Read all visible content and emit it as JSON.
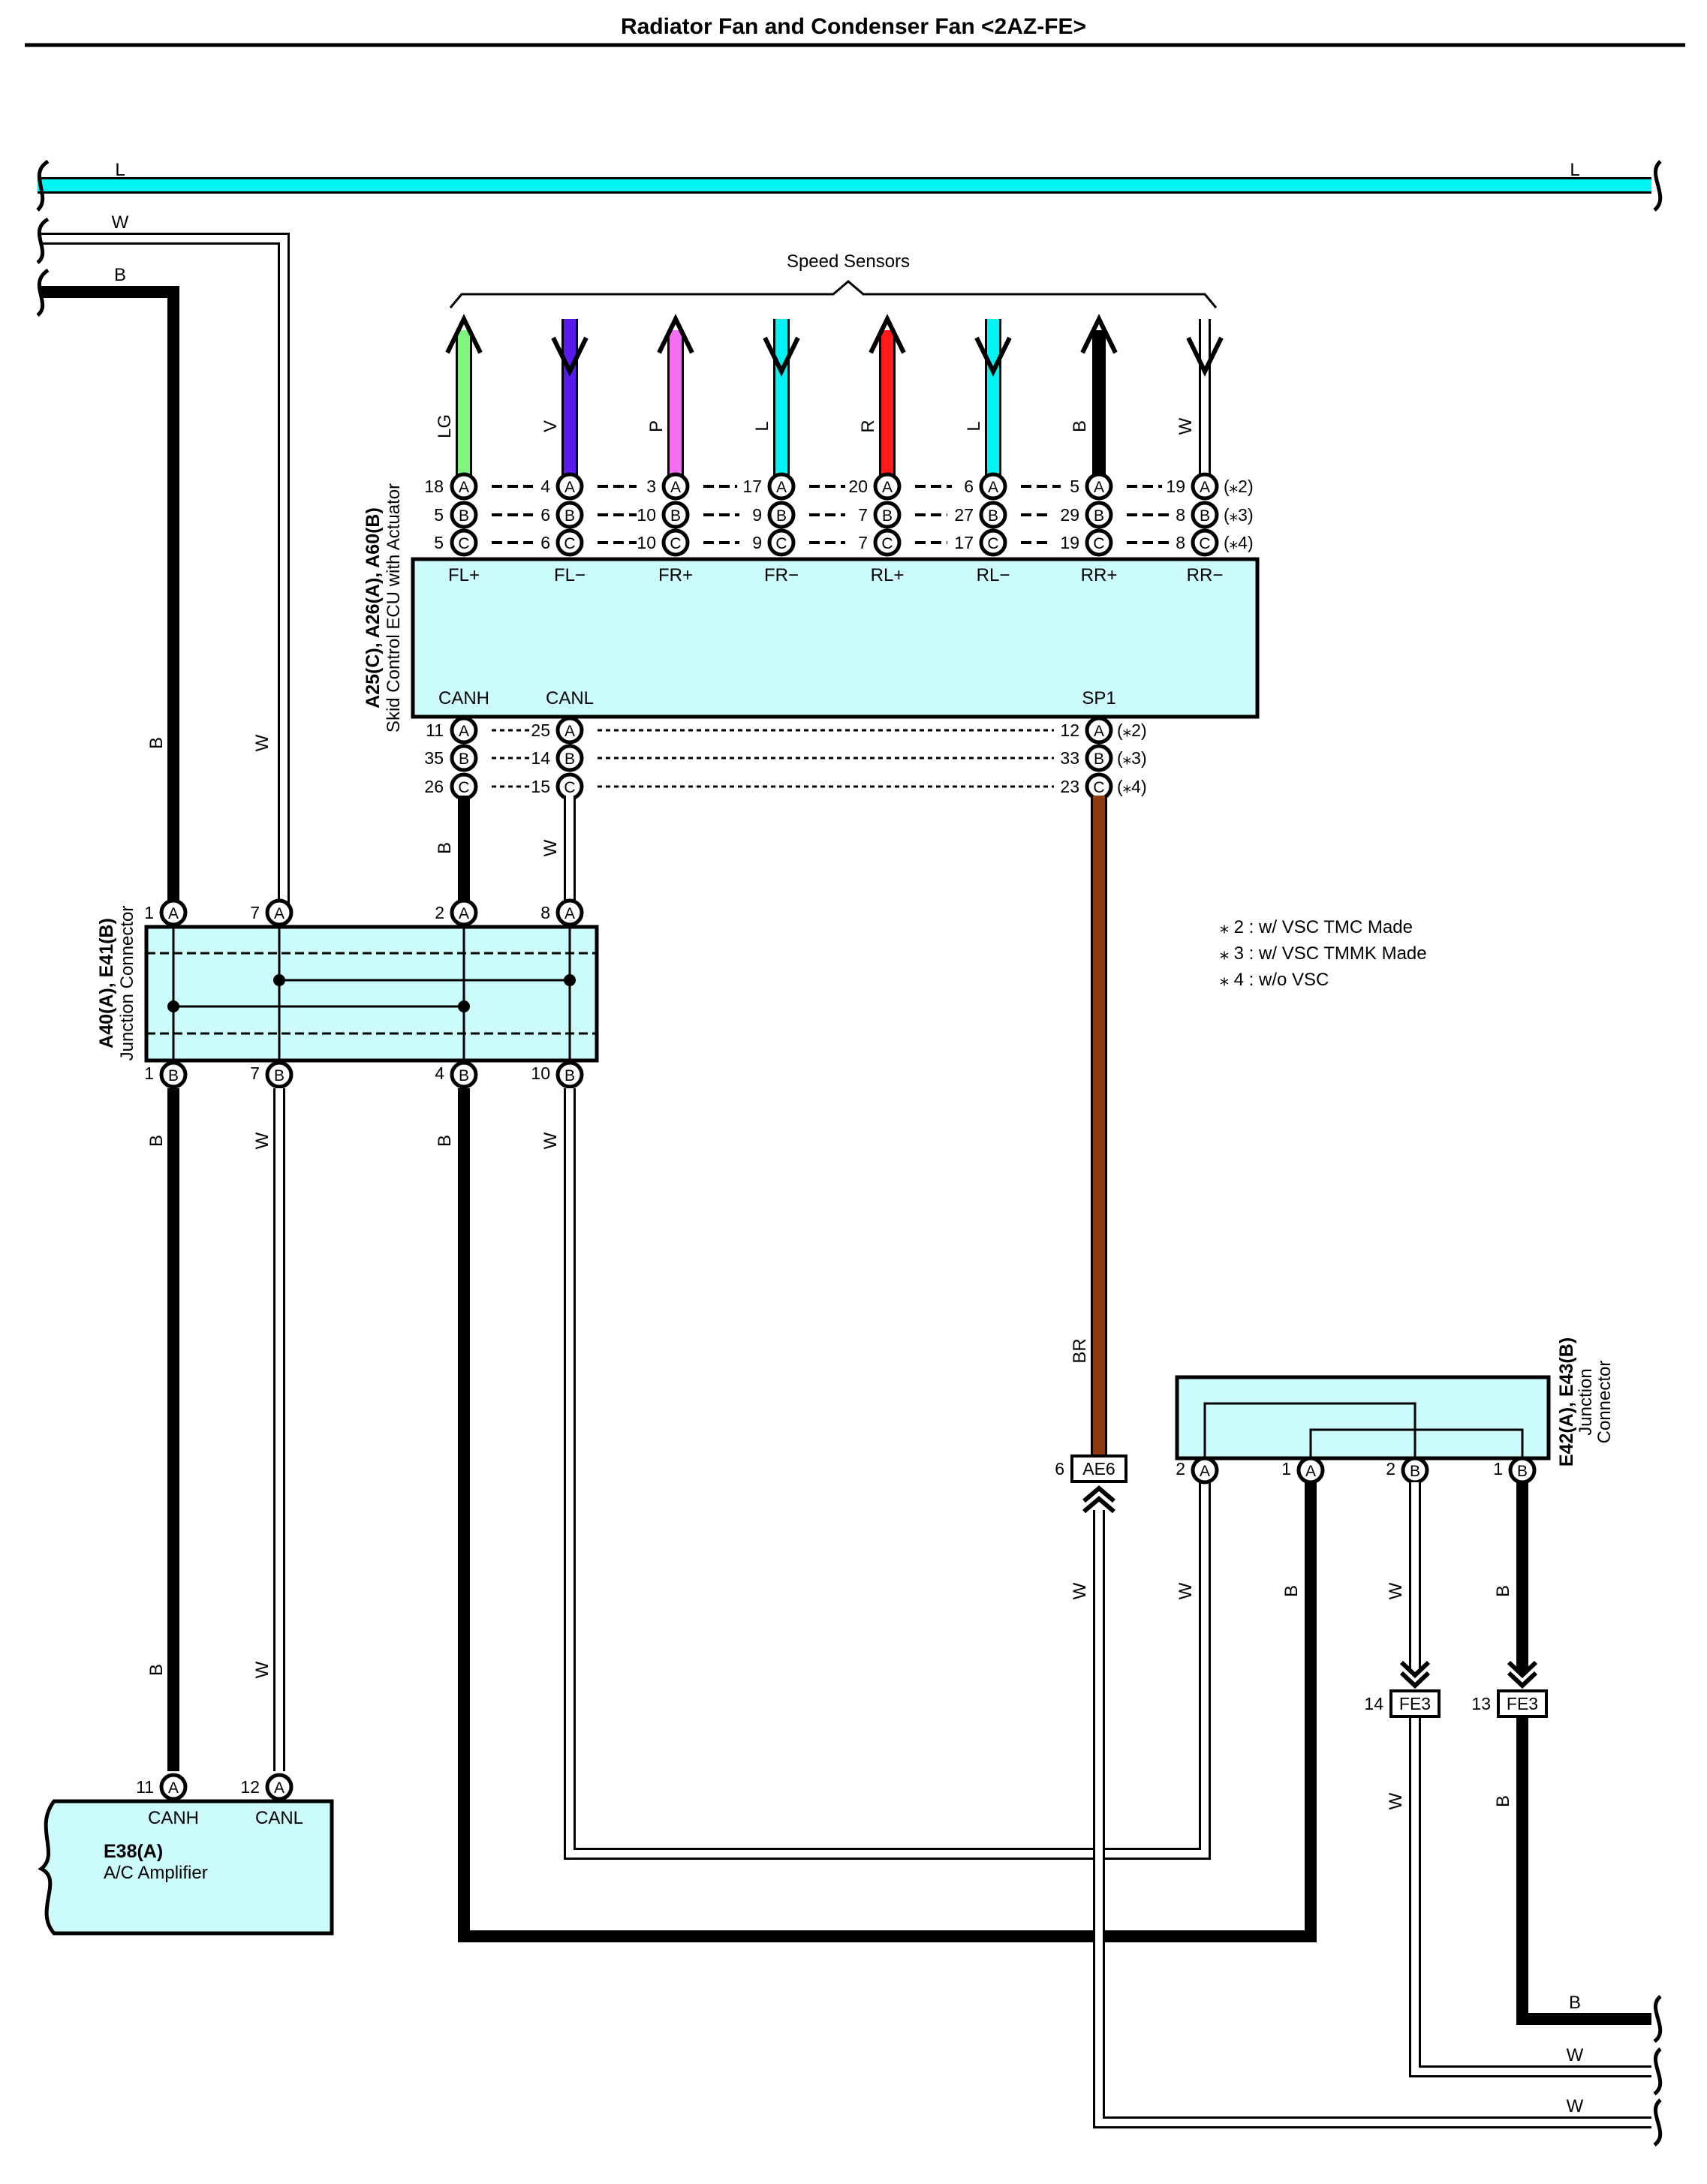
{
  "title": "Radiator Fan and Condenser Fan <2AZ-FE>",
  "colors": {
    "L": "#00f4f4",
    "LG": "#7cf67c",
    "V": "#5a1aee",
    "P": "#f26ef2",
    "R": "#ff1a1a",
    "B": "#000000",
    "BR": "#8e3a12",
    "W": "#ffffff",
    "box_fill": "#ccfbfb"
  },
  "wire_labels": {
    "top_L_left": "L",
    "top_L_right": "L",
    "top_W": "W",
    "top_B": "B",
    "left_B_1": "B",
    "left_W_1": "W",
    "left_B_2": "B",
    "left_W_2": "W",
    "left_B_3": "B",
    "left_W_3": "W",
    "canh_B_1": "B",
    "canl_W_1": "W",
    "canh_B_2": "B",
    "canl_W_2": "W",
    "sp1_BR": "BR",
    "ae6_W": "W",
    "e42_W": "W",
    "e42_B": "B",
    "e43_W": "W",
    "e43_B": "B",
    "fe3_W": "W",
    "fe3_B": "B",
    "bottom_B": "B",
    "bottom_W1": "W",
    "bottom_W2": "W"
  },
  "speed_sensors": {
    "title": "Speed Sensors",
    "wires": [
      {
        "color_code": "LG",
        "row_a": "18",
        "row_b": "5",
        "row_c": "5",
        "terminal": "FL+"
      },
      {
        "color_code": "V",
        "row_a": "4",
        "row_b": "6",
        "row_c": "6",
        "terminal": "FL−"
      },
      {
        "color_code": "P",
        "row_a": "3",
        "row_b": "10",
        "row_c": "10",
        "terminal": "FR+"
      },
      {
        "color_code": "L",
        "row_a": "17",
        "row_b": "9",
        "row_c": "9",
        "terminal": "FR−"
      },
      {
        "color_code": "R",
        "row_a": "20",
        "row_b": "7",
        "row_c": "7",
        "terminal": "RL+"
      },
      {
        "color_code": "L",
        "row_a": "6",
        "row_b": "27",
        "row_c": "17",
        "terminal": "RL−"
      },
      {
        "color_code": "B",
        "row_a": "5",
        "row_b": "29",
        "row_c": "19",
        "terminal": "RR+"
      },
      {
        "color_code": "W",
        "row_a": "19",
        "row_b": "8",
        "row_c": "8",
        "terminal": "RR−"
      }
    ],
    "row_notes": [
      "(⁎2)",
      "(⁎3)",
      "(⁎4)"
    ]
  },
  "skid_ecu": {
    "id_line": "A25(C), A26(A), A60(B)",
    "name_line": "Skid Control ECU with Actuator",
    "bottom_terminals": [
      "CANH",
      "CANL",
      "SP1"
    ],
    "canh_pins": [
      "11",
      "35",
      "26"
    ],
    "canl_pins": [
      "25",
      "14",
      "15"
    ],
    "sp1_pins": [
      "12",
      "33",
      "23"
    ],
    "row_notes": [
      "(⁎2)",
      "(⁎3)",
      "(⁎4)"
    ]
  },
  "circle_letters": [
    "A",
    "B",
    "C"
  ],
  "junction_a40": {
    "id_line": "A40(A), E41(B)",
    "name_line": "Junction Connector",
    "top_pins": [
      "1",
      "7",
      "2",
      "8"
    ],
    "top_letter": "A",
    "bottom_pins": [
      "1",
      "7",
      "4",
      "10"
    ],
    "bottom_letter": "B"
  },
  "notes": [
    "⁎ 2 : w/ VSC TMC Made",
    "⁎ 3 : w/ VSC TMMK Made",
    "⁎ 4 : w/o VSC"
  ],
  "junction_e42": {
    "id_line": "E42(A), E43(B)",
    "name_line_1": "Junction",
    "name_line_2": "Connector",
    "pins": [
      {
        "num": "2",
        "letter": "A"
      },
      {
        "num": "1",
        "letter": "A"
      },
      {
        "num": "2",
        "letter": "B"
      },
      {
        "num": "1",
        "letter": "B"
      }
    ]
  },
  "connector_ae6": {
    "pin": "6",
    "label": "AE6"
  },
  "connector_fe3": [
    {
      "pin": "14",
      "label": "FE3"
    },
    {
      "pin": "13",
      "label": "FE3"
    }
  ],
  "ac_amplifier": {
    "id": "E38(A)",
    "name": "A/C Amplifier",
    "terminals": [
      "CANH",
      "CANL"
    ],
    "pins": [
      "11",
      "12"
    ],
    "letter": "A"
  }
}
